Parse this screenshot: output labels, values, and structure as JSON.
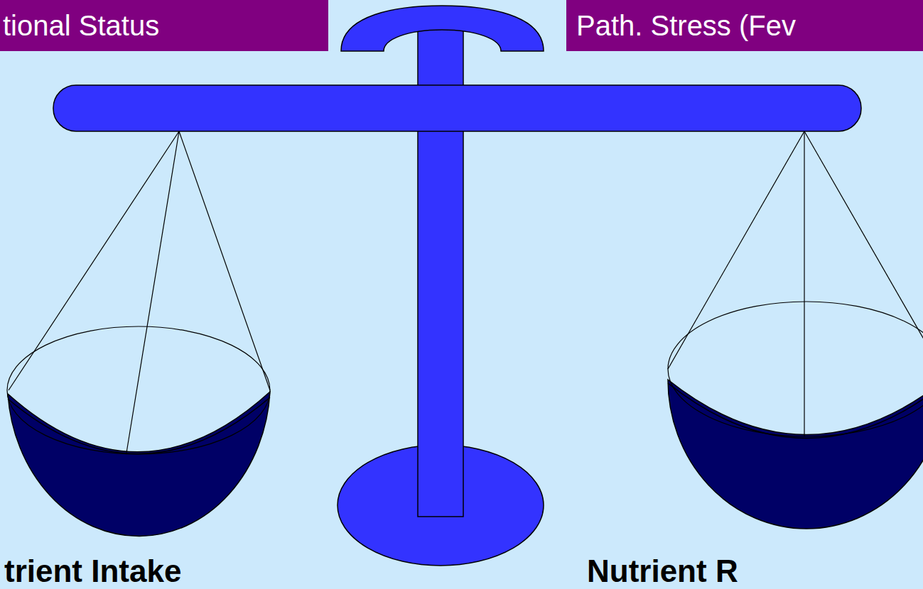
{
  "diagram": {
    "nodes": [
      {
        "text": [
          "tional Status"
        ]
      },
      {
        "text": [
          "Path. Stress (Fev"
        ]
      }
    ],
    "labels": [
      "trient Intake",
      "Nutrient R"
    ]
  }
}
